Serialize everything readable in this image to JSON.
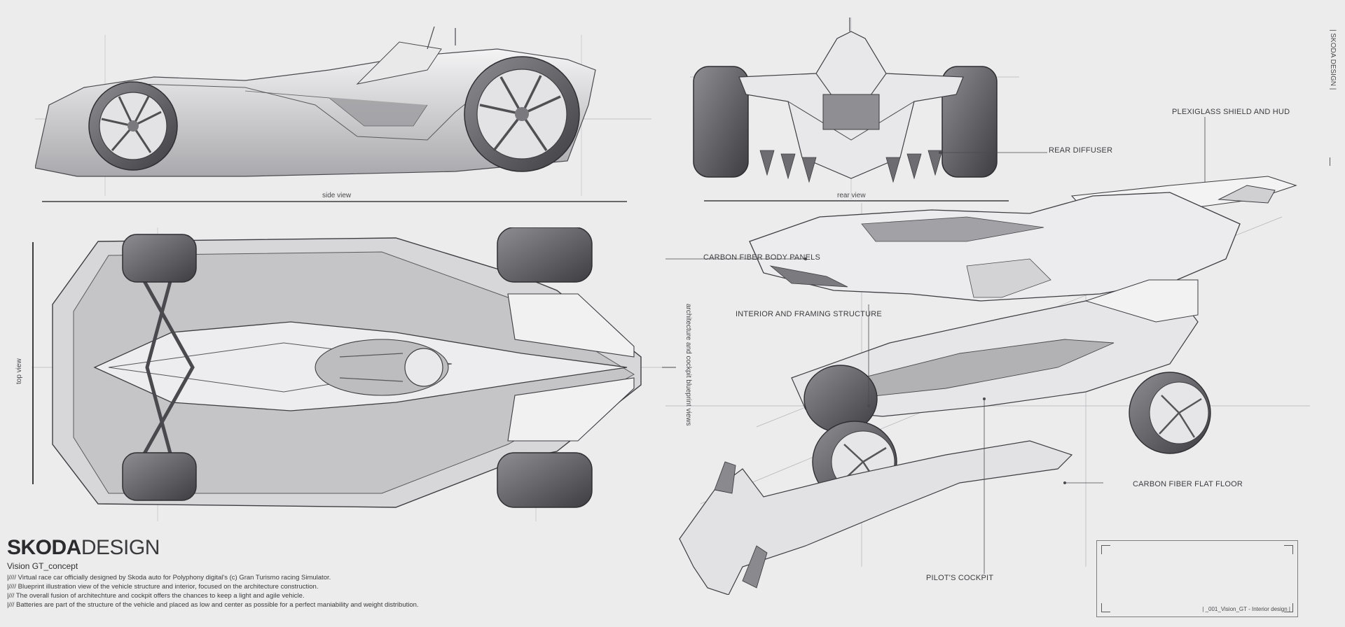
{
  "sheet": {
    "side_view_caption": "side view",
    "rear_view_caption": "rear view",
    "top_view_caption": "top view",
    "blueprint_caption": "architecture and cockpit blueprint views",
    "vertical_brand": "| SKODA DESIGN |"
  },
  "callouts": {
    "rear_diffuser": "REAR DIFFUSER",
    "plexiglass": "PLEXIGLASS SHIELD AND HUD",
    "carbon_panels": "CARBON FIBER BODY PANELS",
    "interior_frame": "INTERIOR AND FRAMING STRUCTURE",
    "flat_floor": "CARBON FIBER FLAT FLOOR",
    "cockpit": "PILOT'S COCKPIT"
  },
  "branding": {
    "brand_bold": "SKODA",
    "brand_light": "DESIGN",
    "subtitle": "Vision GT_concept",
    "notes": [
      "|////  Virtual race car officially designed by Skoda auto for Polyphony digital's (c) Gran Turismo racing Simulator.",
      "|////  Blueprint illustration view of the vehicle structure and interior, focused on the architecture construction.",
      "|///  The overall fusion of architechture and cockpit offers the chances to keep a light and agile vehicle.",
      "|///  Batteries are part of the structure of the vehicle and placed as low and center as possible for a perfect maniability and weight distribution."
    ]
  },
  "title_block": {
    "reference": "|   _001_Vision_GT - Interior design  |"
  }
}
